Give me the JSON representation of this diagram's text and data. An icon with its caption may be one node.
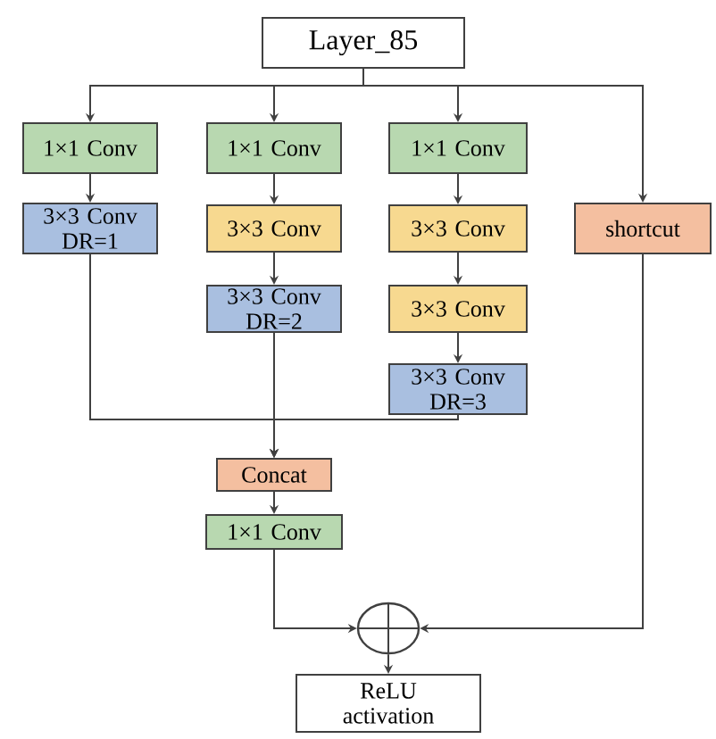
{
  "diagram": {
    "nodes": [
      {
        "text": [
          "Layer_85"
        ]
      },
      {
        "text": [
          "1×1 Conv"
        ]
      },
      {
        "text": [
          "3×3 Conv DR=1"
        ]
      },
      {
        "text": [
          "1×1 Conv"
        ]
      },
      {
        "text": [
          "3×3 Conv"
        ]
      },
      {
        "text": [
          "3×3 Conv DR=2"
        ]
      },
      {
        "text": [
          "1×1 Conv"
        ]
      },
      {
        "text": [
          "3×3 Conv"
        ]
      },
      {
        "text": [
          "3×3 Conv"
        ]
      },
      {
        "text": [
          "3×3 Conv DR=3"
        ]
      },
      {
        "text": [
          "shortcut"
        ]
      },
      {
        "text": [
          "Concat"
        ]
      },
      {
        "text": [
          "1×1 Conv"
        ]
      },
      {
        "text": [],
        "shape": "circle"
      },
      {
        "text": [
          "ReLU activation"
        ]
      }
    ],
    "edges": [
      {
        "from": 0,
        "to": 1,
        "arrow": "to"
      },
      {
        "from": 0,
        "to": 3,
        "arrow": "to"
      },
      {
        "from": 0,
        "to": 6,
        "arrow": "to"
      },
      {
        "from": 0,
        "to": 10,
        "arrow": "to"
      },
      {
        "from": 1,
        "to": 2,
        "arrow": "to"
      },
      {
        "from": 3,
        "to": 4,
        "arrow": "to"
      },
      {
        "from": 4,
        "to": 5,
        "arrow": "to"
      },
      {
        "from": 6,
        "to": 7,
        "arrow": "to"
      },
      {
        "from": 7,
        "to": 8,
        "arrow": "to"
      },
      {
        "from": 8,
        "to": 9,
        "arrow": "to"
      },
      {
        "from": 2,
        "to": 11,
        "arrow": "to"
      },
      {
        "from": 5,
        "to": 11,
        "arrow": "to"
      },
      {
        "from": 9,
        "to": 11,
        "arrow": "to"
      },
      {
        "from": 11,
        "to": 12,
        "arrow": "to"
      },
      {
        "from": 12,
        "to": 13,
        "arrow": "to"
      },
      {
        "from": 10,
        "to": 13,
        "arrow": "to"
      },
      {
        "from": 13,
        "to": 14,
        "arrow": "to"
      }
    ]
  }
}
